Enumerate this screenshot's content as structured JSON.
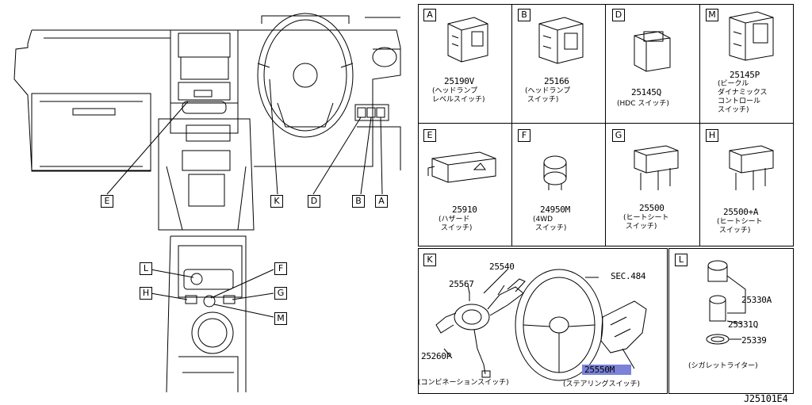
{
  "diagram_code": "J25101E4",
  "overview_callouts": [
    "E",
    "K",
    "D",
    "B",
    "A"
  ],
  "console_callouts": [
    "L",
    "F",
    "H",
    "G",
    "M"
  ],
  "cells": [
    {
      "letter": "A",
      "part": "25190V",
      "desc": "(ヘッドランプ\nレベルスイッチ)"
    },
    {
      "letter": "B",
      "part": "25166",
      "desc": "(ヘッドランプ\n スイッチ)"
    },
    {
      "letter": "D",
      "part": "25145Q",
      "desc": "(HDC スイッチ)"
    },
    {
      "letter": "M",
      "part": "25145P",
      "desc": "(ビークル\nダイナミックス\nコントロール\nスイッチ)"
    },
    {
      "letter": "E",
      "part": "25910",
      "desc": "(ハザード\n スイッチ)"
    },
    {
      "letter": "F",
      "part": "24950M",
      "desc": "(4WD\n スイッチ)"
    },
    {
      "letter": "G",
      "part": "25500",
      "desc": "(ヒートシート\n スイッチ)"
    },
    {
      "letter": "H",
      "part": "25500+A",
      "desc": "(ヒートシート\n スイッチ)"
    }
  ],
  "cell_k": {
    "letter": "K",
    "parts": [
      "25540",
      "25567",
      "25260P",
      "25550M"
    ],
    "sec": "SEC.484",
    "desc_left": "(コンビネーションスイッチ)",
    "desc_right": "(ステアリングスイッチ)"
  },
  "cell_l": {
    "letter": "L",
    "parts": [
      "25330A",
      "25331Q",
      "25339"
    ],
    "desc": "(シガレットライター)"
  },
  "colors": {
    "highlight": "#7b82d8"
  }
}
